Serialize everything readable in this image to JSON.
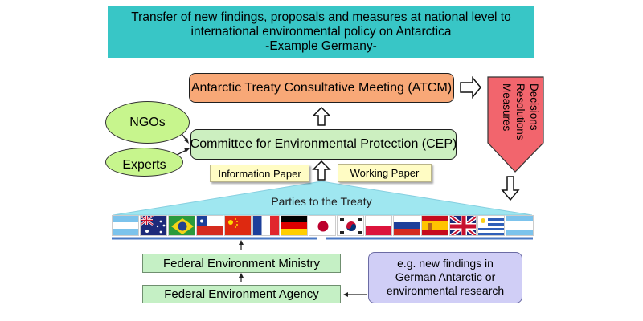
{
  "banner": {
    "line1": "Transfer of new findings, proposals and measures at national level to",
    "line2": "international environmental policy on Antarctica",
    "line3": "-Example Germany-"
  },
  "atcm": "Antarctic Treaty Consultative Meeting (ATCM)",
  "cep": "Committee for Environmental Protection (CEP)",
  "ngos": "NGOs",
  "experts": "Experts",
  "info_paper": "Information Paper",
  "working_paper": "Working Paper",
  "outputs": [
    "Decisions",
    "Resolutions",
    "Measures"
  ],
  "parties": "Parties to the Treaty",
  "ministry": "Federal Environment Ministry",
  "agency": "Federal Environment Agency",
  "research": {
    "line1": "e.g. new findings in",
    "line2": "German Antarctic or",
    "line3": "environmental research"
  },
  "colors": {
    "banner": "#38c6c6",
    "atcm": "#f8a877",
    "cep": "#ccefc0",
    "ovals": "#c7f58d",
    "notes": "#fffcc4",
    "triangle": "#9fe7f0",
    "output_arrow": "#f2656d",
    "agencies": "#c5f0c5",
    "research": "#d0cef6",
    "rule_line": "#4a78c4"
  },
  "flags": [
    "argentina-flag",
    "australia-flag",
    "brazil-flag",
    "chile-flag",
    "china-flag",
    "france-flag",
    "germany-flag",
    "japan-flag",
    "south-korea-flag",
    "poland-flag",
    "russia-flag",
    "spain-flag",
    "uk-flag",
    "uruguay-flag"
  ]
}
